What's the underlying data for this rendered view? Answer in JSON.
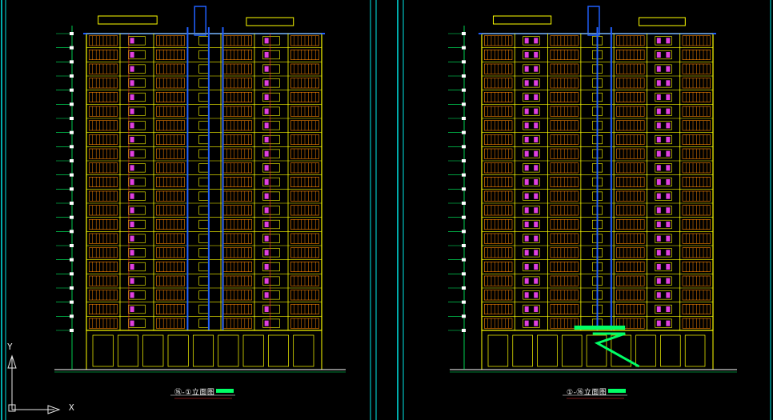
{
  "drawing": {
    "background": "#000000",
    "frame_color": "#00e5e5",
    "elevations": [
      {
        "title": "⑯-①立面图",
        "subtitle": "",
        "floors": 21,
        "bays": 7,
        "structure_color": "#ffff00",
        "window_color": "#ff8800",
        "accent_color": "#e040e0",
        "pipe_color": "#2060ff",
        "dim_color": "#00ff66"
      },
      {
        "title": "①-⑯立面图",
        "subtitle": "",
        "floors": 21,
        "bays": 7,
        "structure_color": "#ffff00",
        "window_color": "#ff8800",
        "accent_color": "#e040e0",
        "pipe_color": "#2060ff",
        "dim_color": "#00ff66"
      }
    ],
    "ucs": {
      "x_label": "X",
      "y_label": "Y"
    }
  }
}
